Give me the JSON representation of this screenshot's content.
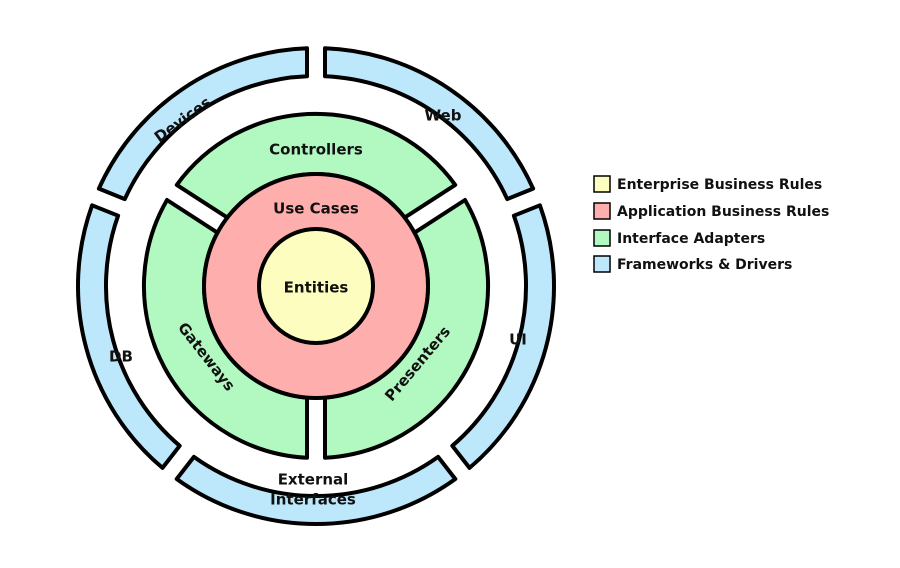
{
  "colors": {
    "entities": "#fdfdc0",
    "use_cases": "#ffaeae",
    "interface_adapters": "#b2f9c1",
    "frameworks": "#bde7fb",
    "outline": "#000000"
  },
  "core": {
    "entities_label": "Entities",
    "use_cases_label": "Use Cases"
  },
  "adapters": {
    "controllers": "Controllers",
    "gateways": "Gateways",
    "presenters": "Presenters"
  },
  "frameworks": {
    "devices": "Devices",
    "web": "Web",
    "ui": "UI",
    "external_line1": "External",
    "external_line2": "Interfaces",
    "db": "DB"
  },
  "legend": [
    {
      "label": "Enterprise Business Rules",
      "color": "#fdfdc0"
    },
    {
      "label": "Application Business Rules",
      "color": "#ffaeae"
    },
    {
      "label": "Interface Adapters",
      "color": "#b2f9c1"
    },
    {
      "label": "Frameworks & Drivers",
      "color": "#bde7fb"
    }
  ]
}
